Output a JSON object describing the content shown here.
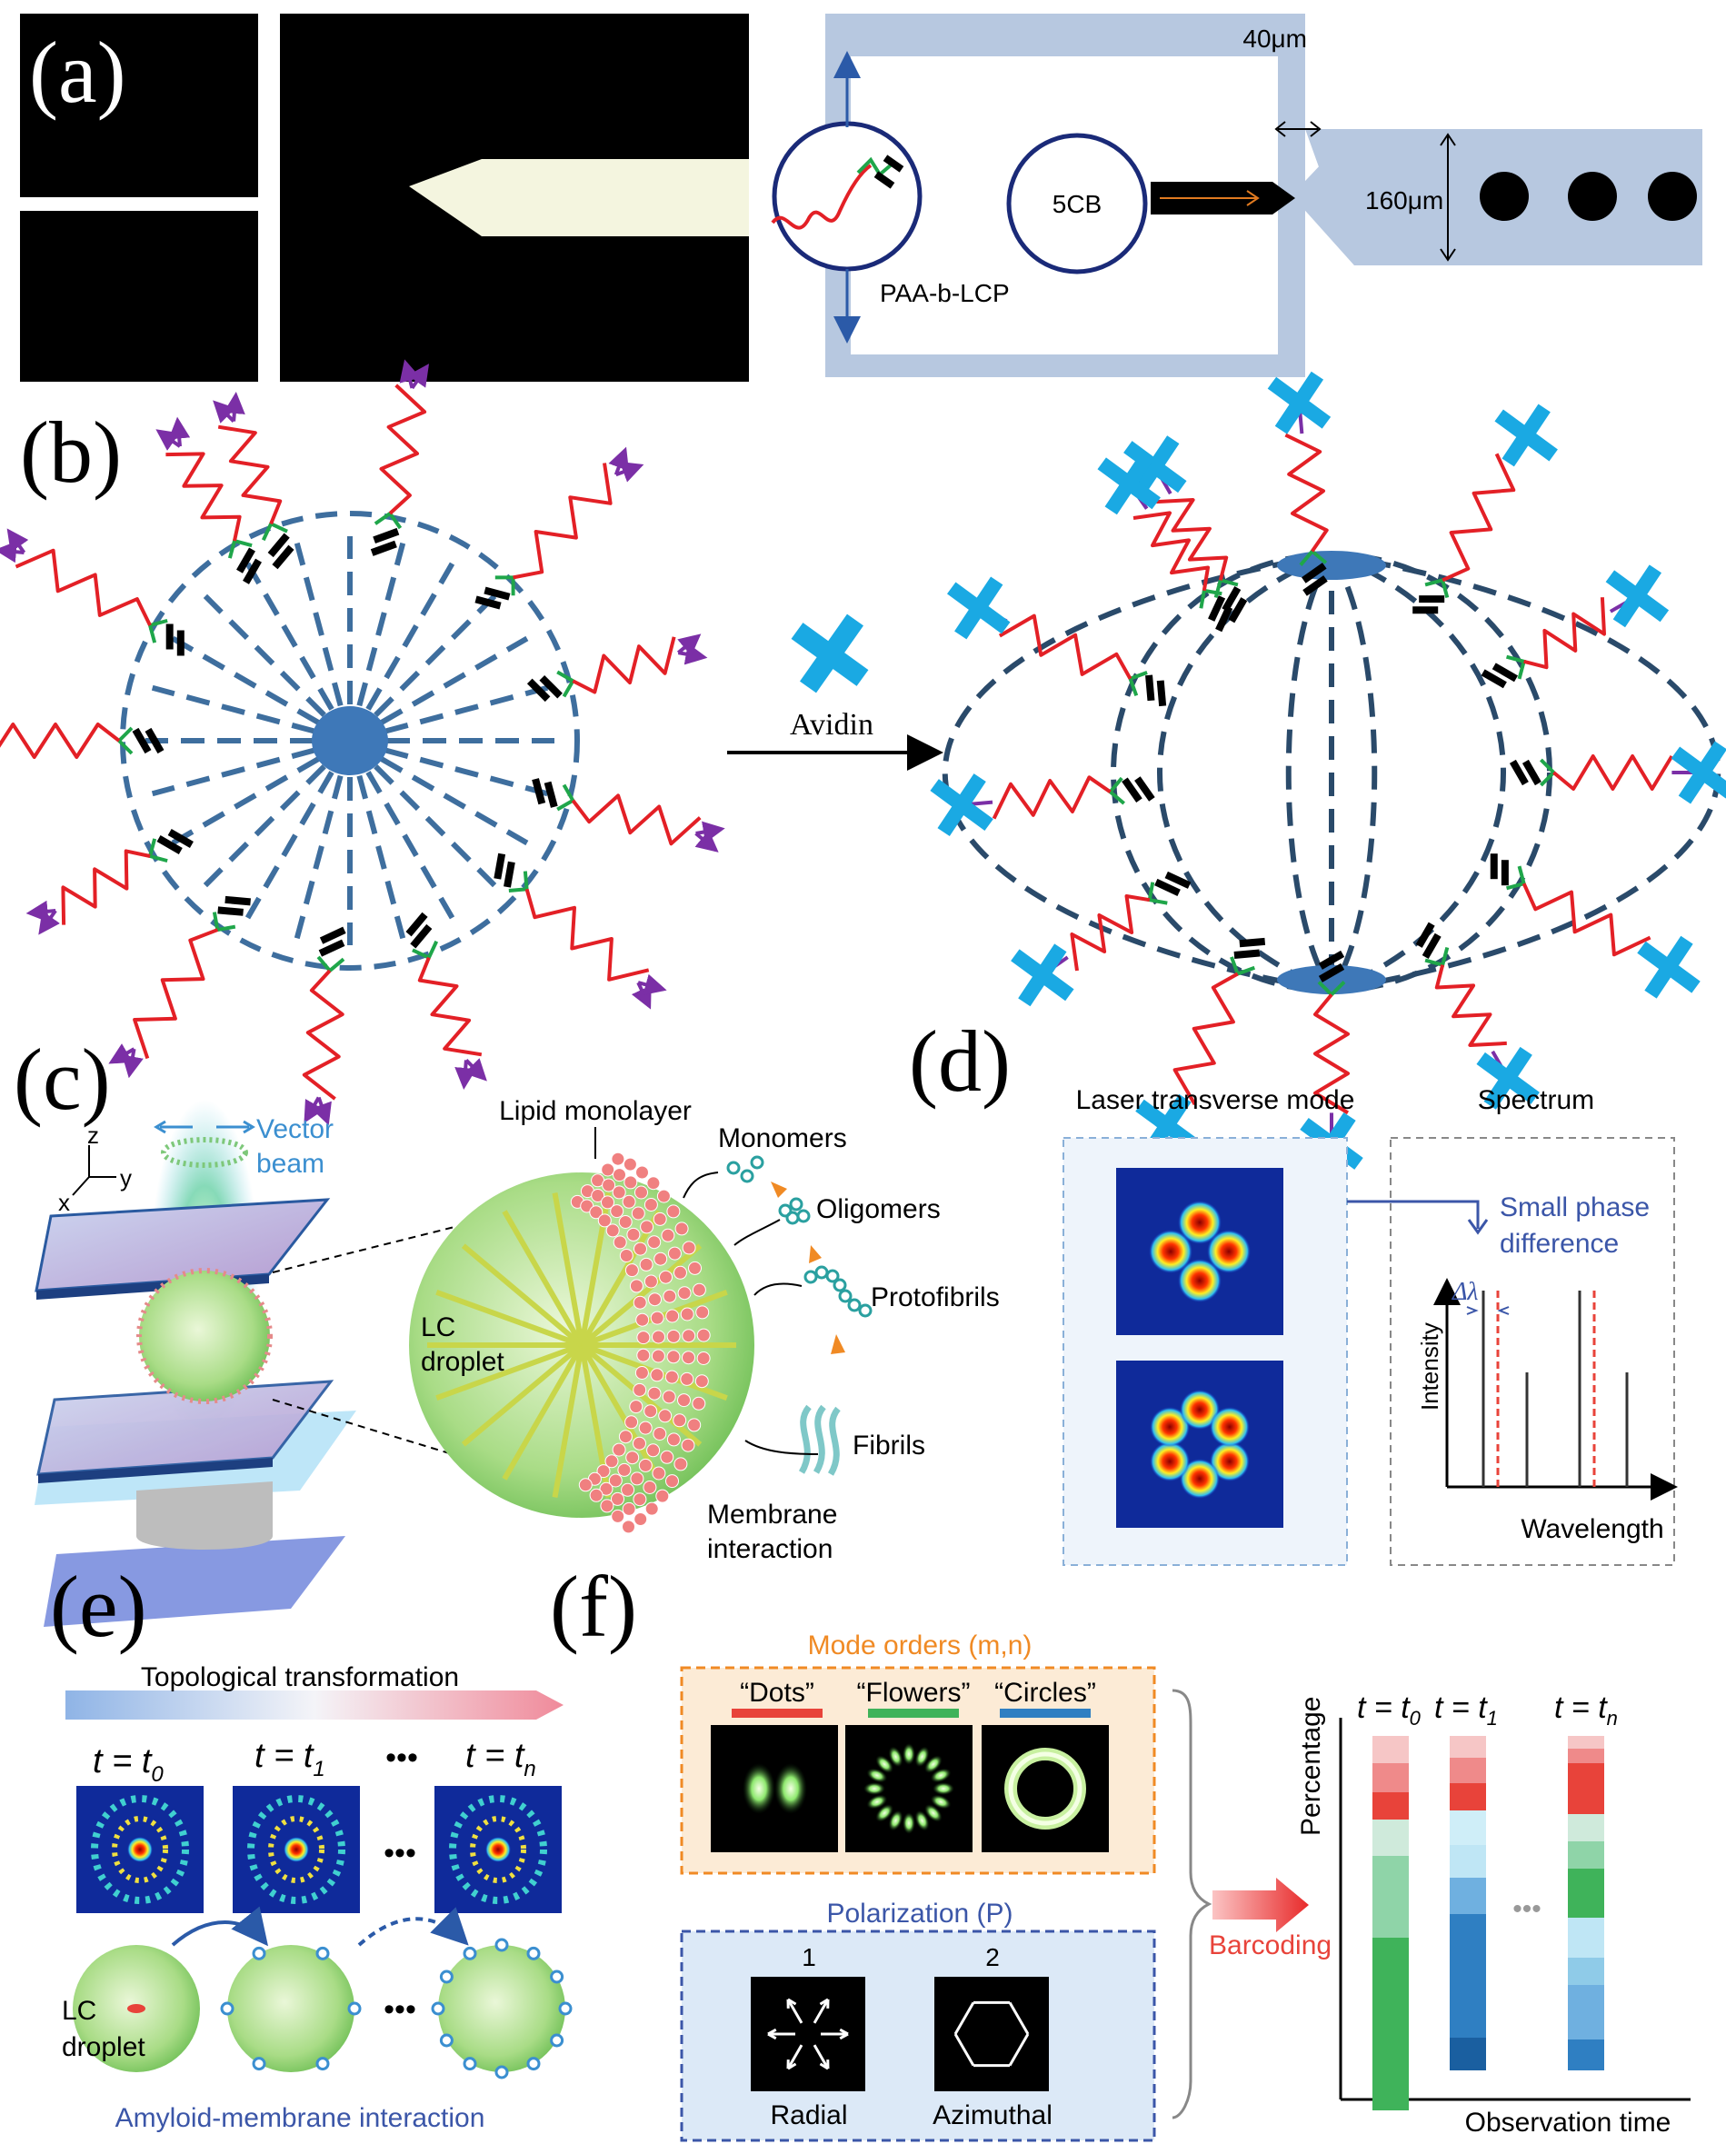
{
  "panels": {
    "a": {
      "letter": "(a)",
      "width_label": "40μm",
      "height_label": "160μm",
      "inner_label": "5CB",
      "polymer_label": "PAA-b-LCP"
    },
    "b": {
      "letter": "(b)",
      "reagent": "Avidin"
    },
    "c": {
      "letter": "(c)",
      "axis_z": "z",
      "axis_y": "y",
      "axis_x": "x",
      "beam_line1": "Vector",
      "beam_line2": "beam",
      "lipid": "Lipid monolayer",
      "droplet_line1": "LC",
      "droplet_line2": "droplet",
      "stages": [
        "Monomers",
        "Oligomers",
        "Protofibrils",
        "Fibrils"
      ],
      "membrane_line1": "Membrane",
      "membrane_line2": "interaction"
    },
    "d": {
      "letter": "(d)",
      "left_title": "Laser transverse mode",
      "right_title": "Spectrum",
      "phase_line1": "Small phase",
      "phase_line2": "difference",
      "delta": "Δλ",
      "ylabel": "Intensity",
      "xlabel": "Wavelength"
    },
    "e": {
      "letter": "(e)",
      "transform": "Topological transformation",
      "t0": "t = t",
      "t0_sub": "0",
      "t1": "t = t",
      "t1_sub": "1",
      "tn": "t = t",
      "tn_sub": "n",
      "ellipsis": "•••",
      "droplet_line1": "LC",
      "droplet_line2": "droplet",
      "interaction": "Amyloid-membrane interaction"
    },
    "f": {
      "letter": "(f)",
      "mode_title": "Mode orders (m,n)",
      "modes": [
        "“Dots”",
        "“Flowers”",
        "“Circles”"
      ],
      "pol_title": "Polarization (P)",
      "pol_numbers": [
        "1",
        "2"
      ],
      "pol_names": [
        "Radial",
        "Azimuthal"
      ],
      "barcoding": "Barcoding",
      "ylabel": "Percentage",
      "xlabel": "Observation time",
      "t0": "t = t",
      "t0_sub": "0",
      "t1": "t = t",
      "t1_sub": "1",
      "tn": "t = t",
      "tn_sub": "n",
      "ellipsis": "•••"
    }
  },
  "colors": {
    "channel": "#b7c8e0",
    "polymer_red": "#e32026",
    "polymer_green": "#1fa64a",
    "arrow_purple": "#7b2fa6",
    "avidin_cyan": "#1aa9e3",
    "dashed_blue": "#3e6e9e",
    "mode_orange": "#f08a24",
    "pol_blue": "#3b56a8",
    "dots_red": "#e8433a",
    "flowers_green": "#3fb35a",
    "circles_blue": "#2f7fc2"
  }
}
